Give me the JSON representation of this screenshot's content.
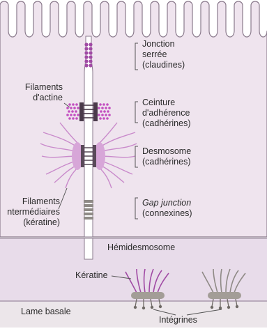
{
  "labels": {
    "tight_junction": [
      "Jonction",
      "serrée",
      "(claudines)"
    ],
    "actin_filaments": [
      "Filaments",
      "d'actine"
    ],
    "adherens_belt": [
      "Ceinture",
      "d'adhérence",
      "(cadhérines)"
    ],
    "desmosome": [
      "Desmosome",
      "(cadhérines)"
    ],
    "intermediate_filaments": [
      "Filaments",
      "ntermédiaires",
      "(kératine)"
    ],
    "gap_junction": [
      "Gap junction",
      "(connexines)"
    ],
    "hemidesmosome": "Hémidesmosome",
    "keratin": "Kératine",
    "basal_lamina": "Lame basale",
    "integrins": "Intégrines"
  },
  "colors": {
    "cell": "#efe4ee",
    "cell_lower": "#e8dcea",
    "membrane": "#8a7a8c",
    "purple": "#a04aa4",
    "purple_light": "#c98acb",
    "dark": "#4a3a4a",
    "gray": "#8f8a86",
    "basal": "#ece6ea"
  }
}
